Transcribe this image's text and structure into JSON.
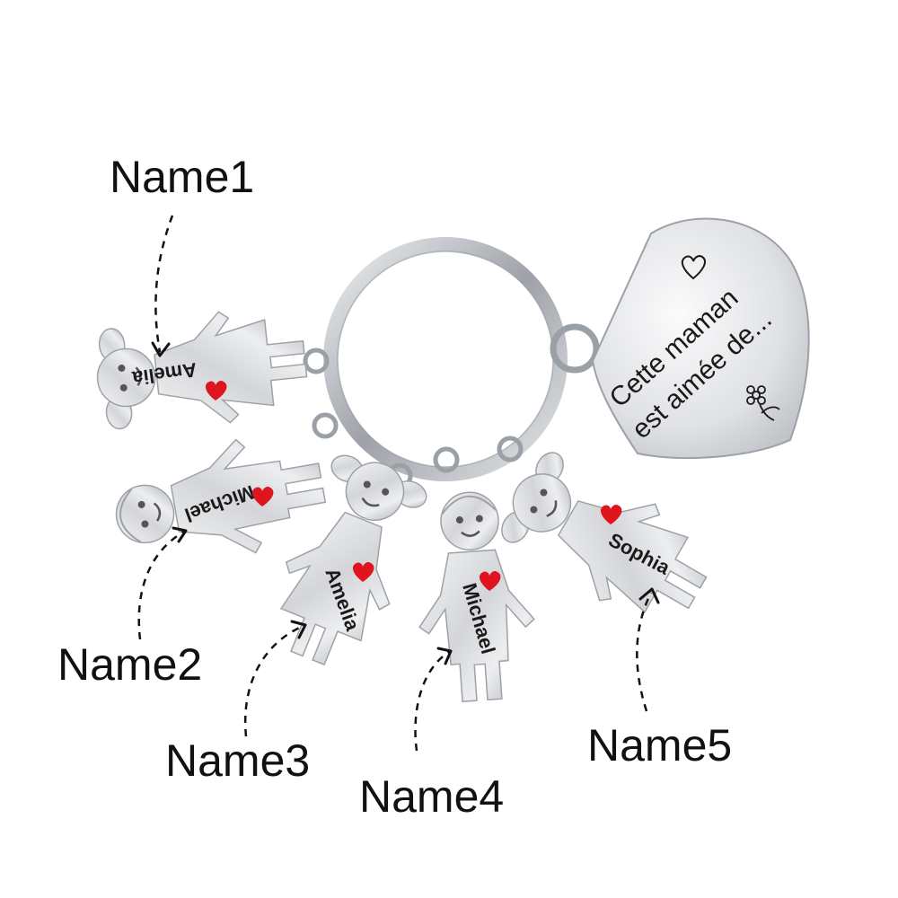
{
  "callouts": [
    "Name1",
    "Name2",
    "Name3",
    "Name4",
    "Name5"
  ],
  "heart_tag": {
    "line1": "Cette maman",
    "line2": "est aimée de..."
  },
  "charms": [
    {
      "name": "Amelia",
      "figure": "girl"
    },
    {
      "name": "Michael",
      "figure": "boy"
    },
    {
      "name": "Amelia",
      "figure": "girl"
    },
    {
      "name": "Michael",
      "figure": "boy"
    },
    {
      "name": "Sophia",
      "figure": "girl"
    }
  ],
  "colors": {
    "background": "#ffffff",
    "steel": "#d9dbde",
    "engraving": "#1a1a1a",
    "heart_accent": "#e0141e"
  }
}
